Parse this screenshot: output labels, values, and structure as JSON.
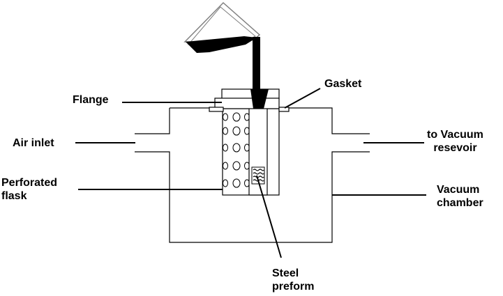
{
  "labels": {
    "flange": "Flange",
    "gasket": "Gasket",
    "air_inlet": "Air inlet",
    "to_vacuum_line1": "to Vacuum",
    "to_vacuum_line2": "resevoir",
    "perforated_line1": "Perforated",
    "perforated_line2": "flask",
    "vacuum_chamber_line1": "Vacuum",
    "vacuum_chamber_line2": "chamber",
    "steel_preform_line1": "Steel",
    "steel_preform_line2": "preform"
  },
  "colors": {
    "ink": "#000000",
    "ladle_outline": "#808080",
    "background": "#ffffff"
  }
}
